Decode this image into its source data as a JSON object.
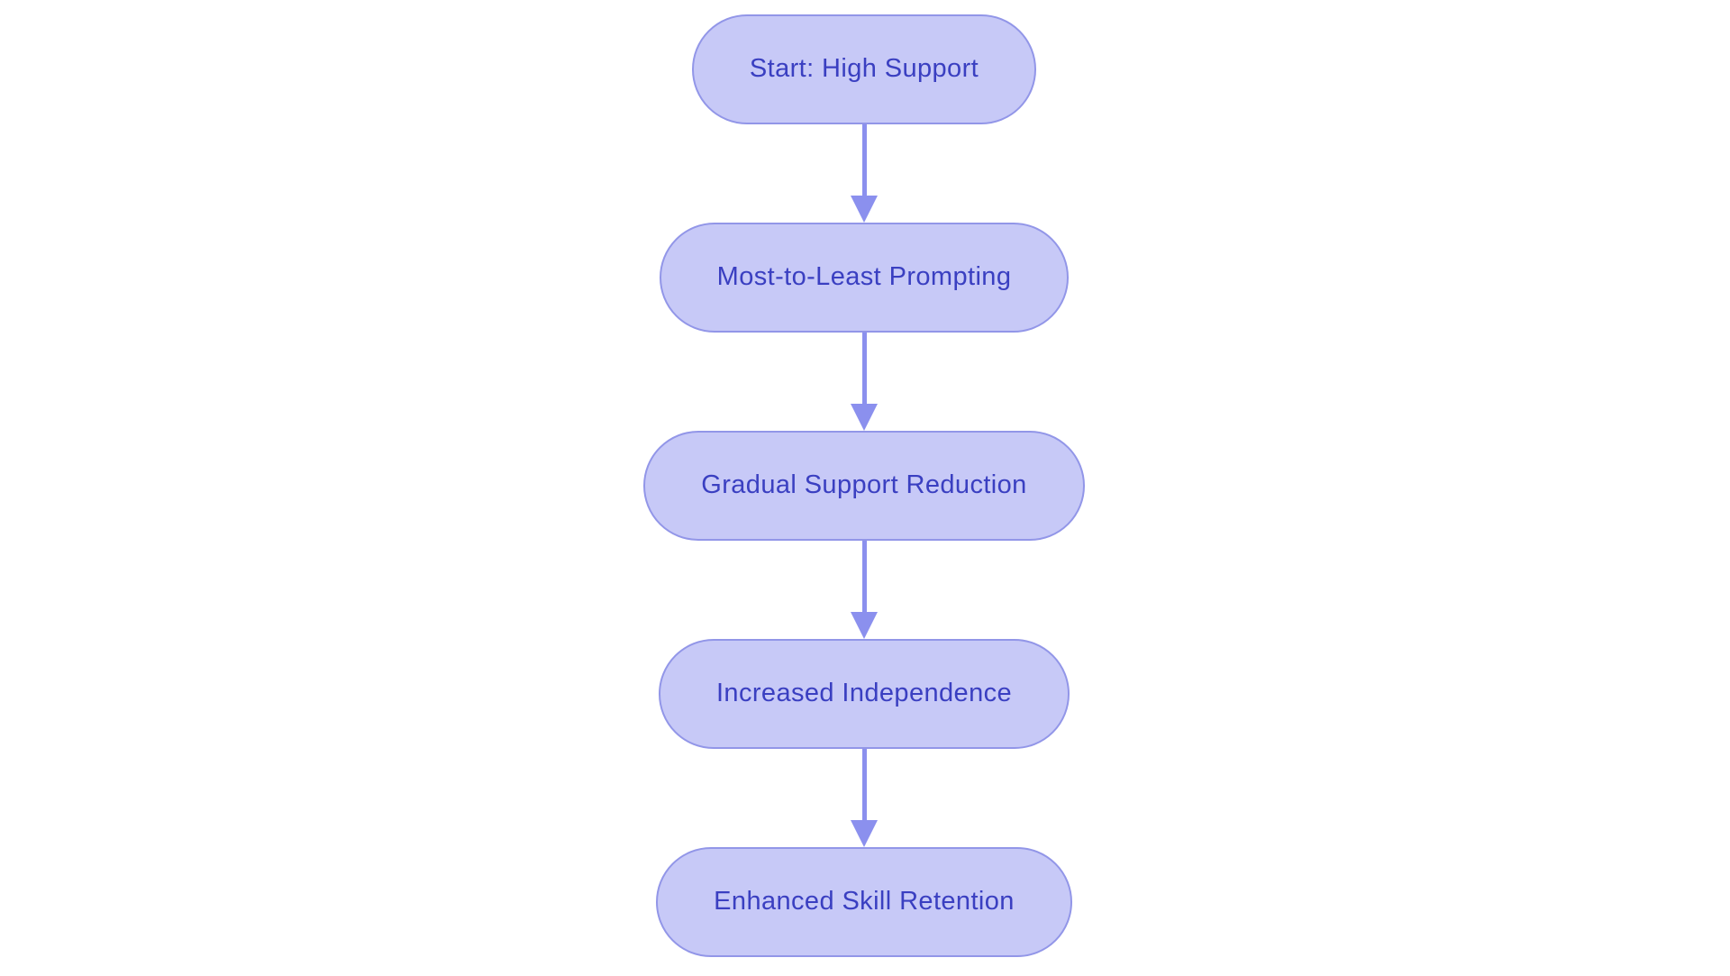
{
  "diagram": {
    "type": "flowchart",
    "direction": "top-down",
    "title": "",
    "nodes": [
      {
        "id": "start",
        "shape": "stadium",
        "label": "Start: High Support"
      },
      {
        "id": "prompting",
        "shape": "stadium",
        "label": "Most-to-Least Prompting"
      },
      {
        "id": "reduction",
        "shape": "stadium",
        "label": "Gradual Support Reduction"
      },
      {
        "id": "independence",
        "shape": "stadium",
        "label": "Increased Independence"
      },
      {
        "id": "retention",
        "shape": "stadium",
        "label": "Enhanced Skill Retention"
      }
    ],
    "edges": [
      {
        "from": "start",
        "to": "prompting",
        "style": "arrow-down"
      },
      {
        "from": "prompting",
        "to": "reduction",
        "style": "arrow-down"
      },
      {
        "from": "reduction",
        "to": "independence",
        "style": "arrow-down"
      },
      {
        "from": "independence",
        "to": "retention",
        "style": "arrow-down"
      }
    ],
    "colors": {
      "background": "#ffffff",
      "node_fill": "#c7c9f7",
      "node_border": "#9296e8",
      "node_text": "#3a3fc1",
      "arrow": "#8b90ee"
    }
  }
}
